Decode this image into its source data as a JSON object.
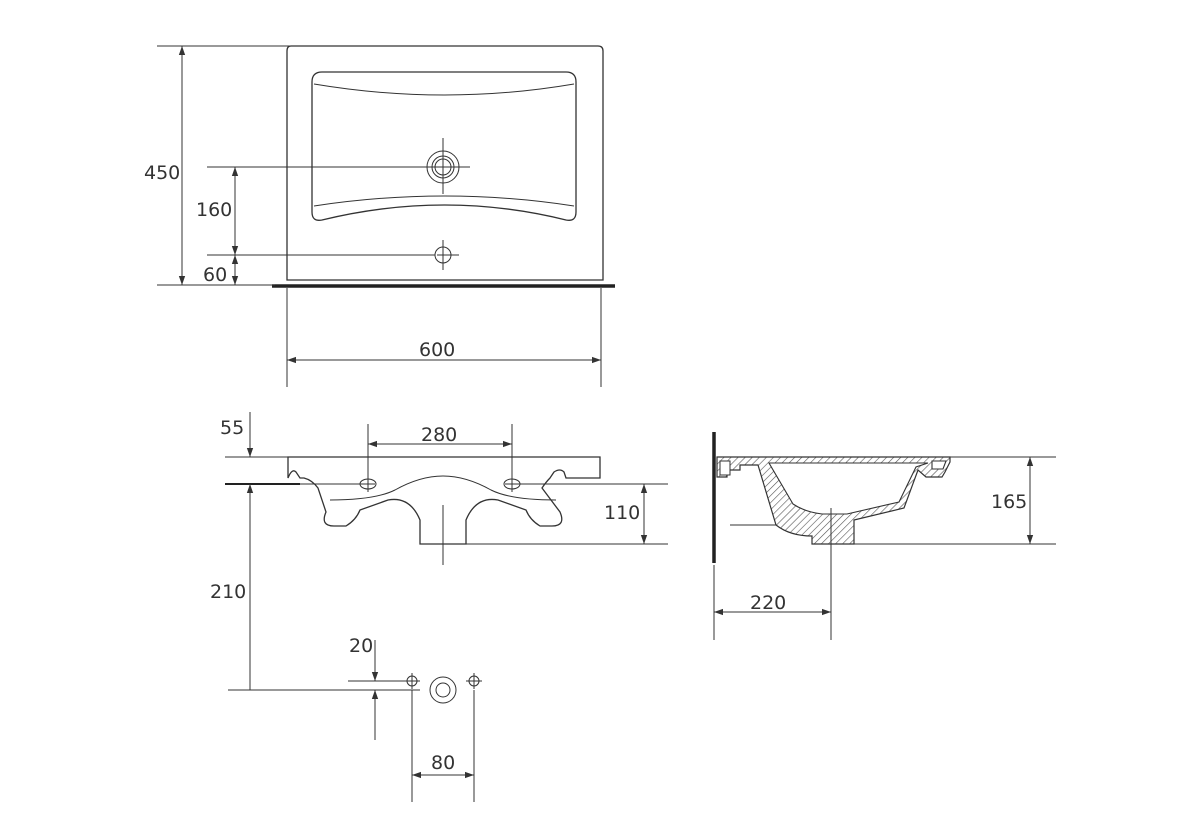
{
  "drawing": {
    "colors": {
      "line": "#333333",
      "paper": "#ffffff",
      "hatch": "#555555"
    },
    "top_view": {
      "dim_depth": "450",
      "dim_tap_offset": "160",
      "dim_edge_offset": "60",
      "dim_width": "600"
    },
    "front_view": {
      "dim_flange": "55",
      "dim_hole_spacing": "280",
      "dim_bowl_depth": "110",
      "dim_drain_height": "210"
    },
    "holes_detail": {
      "dim_vertical": "20",
      "dim_spacing": "80"
    },
    "side_view": {
      "dim_height": "165",
      "dim_drain_from_wall": "220"
    }
  }
}
